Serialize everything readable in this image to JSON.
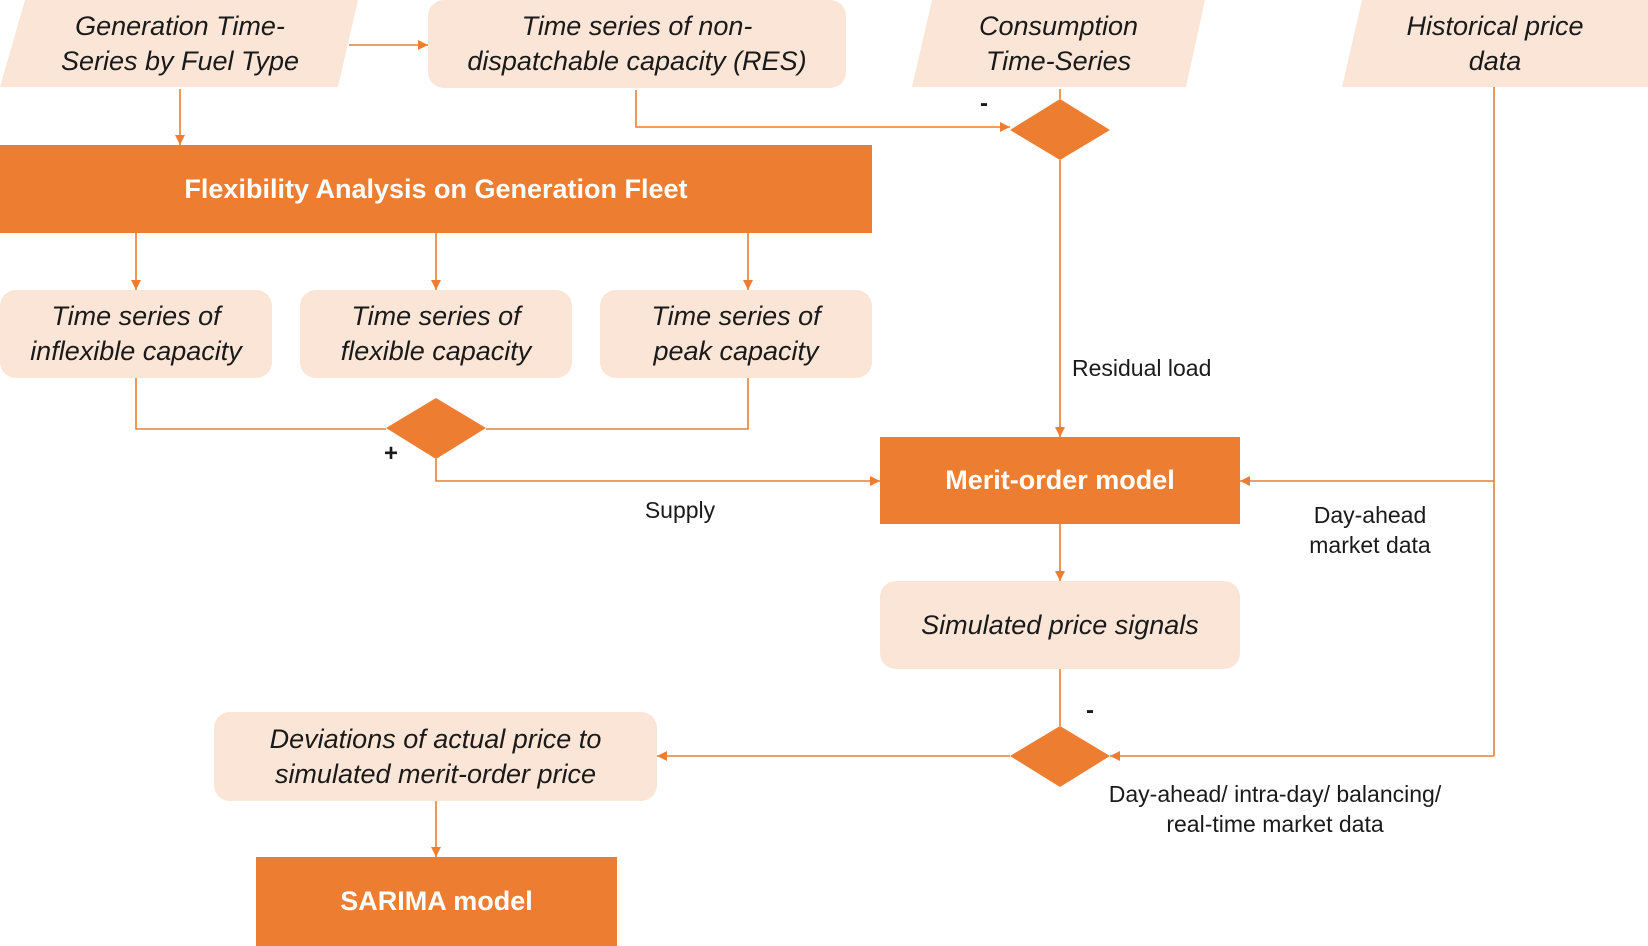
{
  "colors": {
    "accent": "#ED7D31",
    "light_fill": "#FBE5D6",
    "text": "#1a1a1a",
    "dark_text": "#ffffff"
  },
  "inputs": {
    "generation": "Generation Time-\nSeries by Fuel Type",
    "res": "Time series of non-\ndispatchable capacity (RES)",
    "consumption": "Consumption\nTime-Series",
    "historical": "Historical price\ndata"
  },
  "process": {
    "flexibility": "Flexibility Analysis on Generation Fleet",
    "merit_order": "Merit-order model",
    "sarima": "SARIMA model"
  },
  "outputs": {
    "inflexible": "Time series of\ninflexible capacity",
    "flexible": "Time series of\nflexible capacity",
    "peak": "Time series of\npeak capacity",
    "simulated": "Simulated price signals",
    "deviations": "Deviations of actual price to\nsimulated merit-order price"
  },
  "edge_labels": {
    "residual_load": "Residual load",
    "supply": "Supply",
    "day_ahead": "Day-ahead\nmarket data",
    "all_markets": "Day-ahead/ intra-day/ balancing/\nreal-time market data"
  },
  "signs": {
    "minus_top": "-",
    "plus": "+",
    "minus_bottom": "-"
  }
}
